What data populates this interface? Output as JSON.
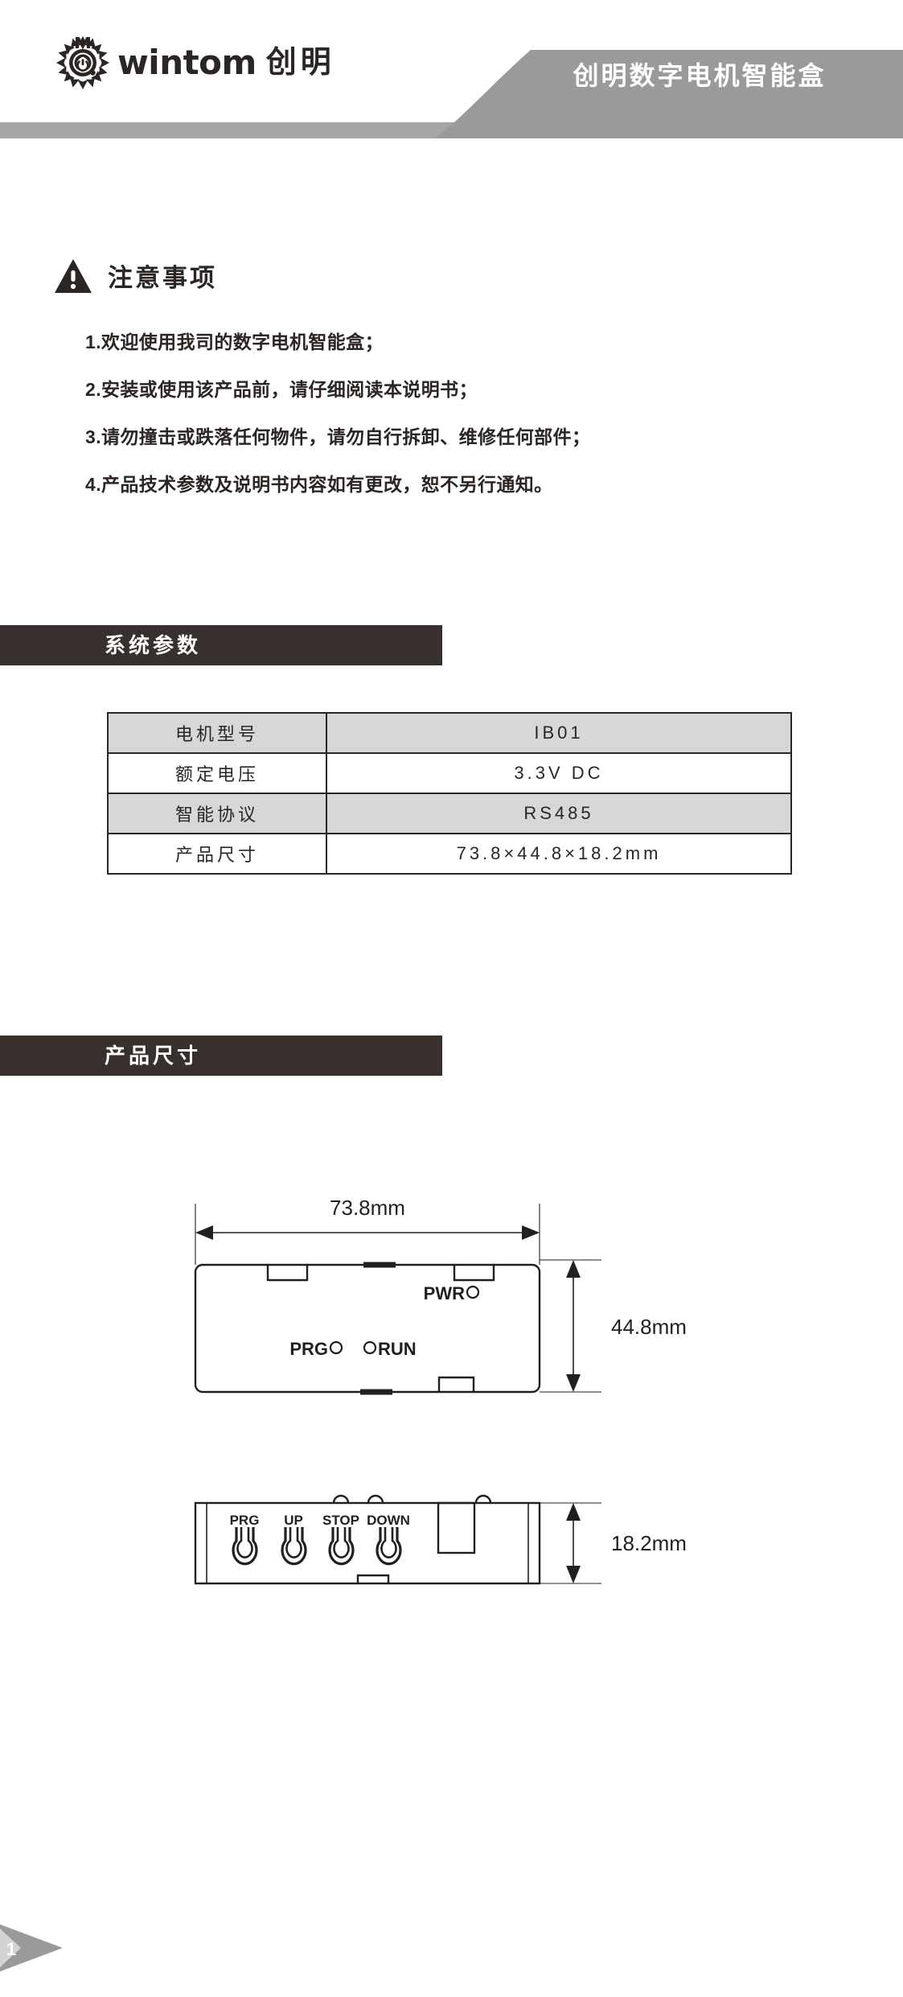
{
  "header": {
    "logo_word": "wintom",
    "logo_cn": "创明",
    "logo_icon": "sun-power-logo",
    "banner_title": "创明数字电机智能盒"
  },
  "notice": {
    "icon": "warning-triangle-icon",
    "title": "注意事项",
    "items": [
      "1.欢迎使用我司的数字电机智能盒；",
      "2.安装或使用该产品前，请仔细阅读本说明书；",
      "3.请勿撞击或跌落任何物件，请勿自行拆卸、维修任何部件；",
      "4.产品技术参数及说明书内容如有更改，恕不另行通知。"
    ]
  },
  "sections": {
    "params_title": "系统参数",
    "dims_title": "产品尺寸"
  },
  "spec_table": {
    "rows": [
      {
        "key": "电机型号",
        "value": "IB01"
      },
      {
        "key": "额定电压",
        "value": "3.3V DC"
      },
      {
        "key": "智能协议",
        "value": "RS485"
      },
      {
        "key": "产品尺寸",
        "value": "73.8×44.8×18.2mm"
      }
    ]
  },
  "drawing": {
    "top_view": {
      "width_label": "73.8mm",
      "height_label": "44.8mm",
      "led_pwr": "PWR",
      "led_prg": "PRG",
      "led_run": "RUN"
    },
    "side_view": {
      "height_label": "18.2mm",
      "buttons": [
        "PRG",
        "UP",
        "STOP",
        "DOWN"
      ]
    }
  },
  "footer": {
    "page_number": "1"
  },
  "colors": {
    "ink": "#2b2523",
    "bar_dark": "#37302d",
    "banner_gray": "#9a9a9a",
    "rule_gray": "#a6a6a6",
    "table_shade": "#d6d7d7",
    "footer_light": "#d4d4d4",
    "footer_dark": "#9a9a9a"
  }
}
